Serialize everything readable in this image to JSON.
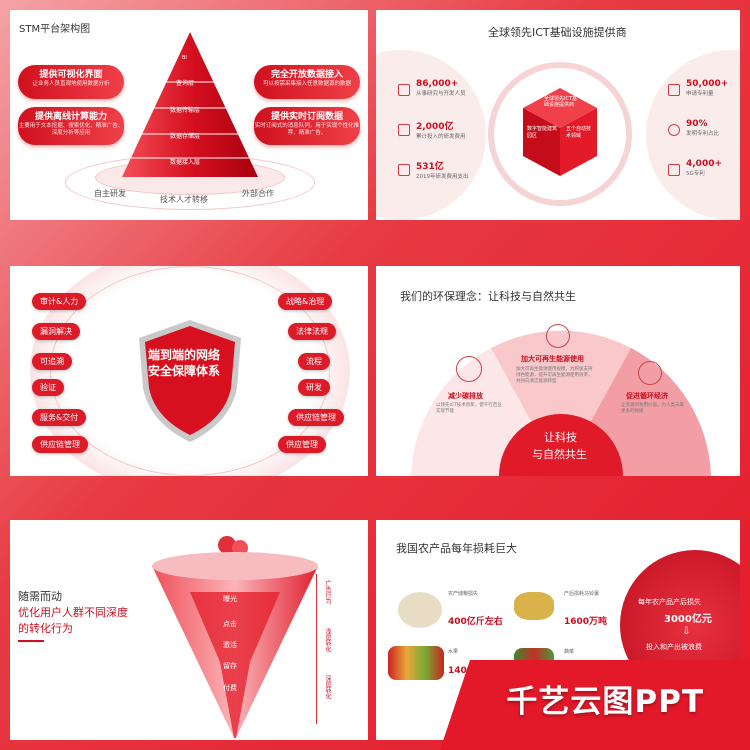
{
  "slide1": {
    "title": "STM平台架构图",
    "pyramid": [
      "BI",
      "查询层",
      "数据传输层",
      "数据存储层",
      "数据接入层"
    ],
    "left_pills": [
      {
        "head": "提供可视化界面",
        "sub": "让业务人员直观地使用数据分析"
      },
      {
        "head": "提供离线计算能力",
        "sub": "主要用于文本挖掘、搜索优化、精准广告、深度分析等应用"
      }
    ],
    "right_pills": [
      {
        "head": "完全开放数据接入",
        "sub": "可以按需采集接入任意数据源的数据"
      },
      {
        "head": "提供实时订阅数据",
        "sub": "实时订阅式的消息队列，用于实现个性化推荐、精准广告、"
      }
    ],
    "base": [
      "自主研发",
      "技术人才转移",
      "外部合作"
    ]
  },
  "slide2": {
    "title": "全球领先ICT基础设施提供商",
    "left_stats": [
      {
        "num": "86,000+",
        "desc": "从事研究与开发人员"
      },
      {
        "num": "2,000亿",
        "desc": "累计投入的研发费用"
      },
      {
        "num": "531亿",
        "desc": "2019年研发费用支出"
      }
    ],
    "right_stats": [
      {
        "num": "50,000+",
        "desc": "申请专利量"
      },
      {
        "num": "90%",
        "desc": "发明专利占比"
      },
      {
        "num": "4,000+",
        "desc": "5G专利"
      }
    ],
    "cube": {
      "top": "全球领先ICT基础设施提供商",
      "left": "数字智能建筑园区",
      "right": "五个自动技术领域"
    }
  },
  "slide3": {
    "shield": [
      "端到端的网络",
      "安全保障体系"
    ],
    "left_tags": [
      "审计&人力",
      "漏洞解决",
      "可追溯",
      "验证",
      "服务&交付",
      "供应链管理"
    ],
    "right_tags": [
      "战略&治理",
      "法律法规",
      "流程",
      "研发",
      "供应链管理",
      "供应管理"
    ]
  },
  "slide4": {
    "title": "我们的环保理念：让科技与自然共生",
    "segments": [
      {
        "head": "减少碳排放",
        "sub": "以领先ICT技术创新，使千行百业实现节能"
      },
      {
        "head": "加大可再生能源使用",
        "sub": "加大可再生能源使用规模，为积极支持绿色能源，提升可再生能源使用效率，共同向清洁能源转型"
      },
      {
        "head": "促进循环经济",
        "sub": "让资源的利用价值，为人类未来更多的物质"
      }
    ],
    "center": [
      "让科技",
      "与自然共生"
    ]
  },
  "slide5": {
    "lines": [
      "随需而动",
      "优化用户人群不同深度",
      "的转化行为"
    ],
    "funnel": [
      "曝光",
      "点击",
      "激活",
      "留存",
      "付费"
    ],
    "side": [
      "广告行为",
      "浅层转化",
      "深层转化"
    ]
  },
  "slide6": {
    "title": "我国农产品每年损耗巨大",
    "items": [
      {
        "label": "农产储粮损失",
        "value": "400亿斤左右"
      },
      {
        "label": "产后损耗马铃薯",
        "value": "1600万吨"
      },
      {
        "label": "水果",
        "value": "1400"
      },
      {
        "label": "蔬菜",
        "value": ""
      }
    ],
    "circle": {
      "line1": "每年农产品产后损失",
      "value": "3000亿元",
      "arrow": "⇩",
      "line3": "投入和产出被浪费"
    }
  },
  "brand": "千艺云图PPT",
  "colors": {
    "primary": "#dc1a28",
    "frame": "#e3192a"
  }
}
